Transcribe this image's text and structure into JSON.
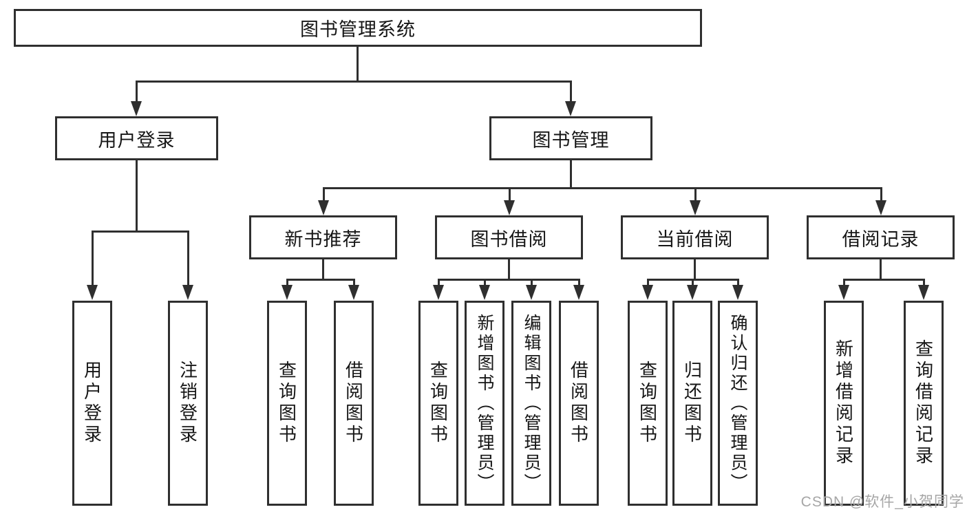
{
  "diagram": {
    "type": "hierarchy-tree",
    "tree": {
      "root": {
        "label": "图书管理系统"
      },
      "children": [
        {
          "label": "用户登录",
          "children": [
            {
              "label": "用户登录"
            },
            {
              "label": "注销登录"
            }
          ]
        },
        {
          "label": "图书管理",
          "children": [
            {
              "label": "新书推荐",
              "children": [
                {
                  "label": "查询图书"
                },
                {
                  "label": "借阅图书"
                }
              ]
            },
            {
              "label": "图书借阅",
              "children": [
                {
                  "label": "查询图书"
                },
                {
                  "label": "新增图书（管理员）"
                },
                {
                  "label": "编辑图书（管理员）"
                },
                {
                  "label": "借阅图书"
                }
              ]
            },
            {
              "label": "当前借阅",
              "children": [
                {
                  "label": "查询图书"
                },
                {
                  "label": "归还图书"
                },
                {
                  "label": "确认归还（管理员）"
                }
              ]
            },
            {
              "label": "借阅记录",
              "children": [
                {
                  "label": "新增借阅记录"
                },
                {
                  "label": "查询借阅记录"
                }
              ]
            }
          ]
        }
      ]
    },
    "colors": {
      "line": "#2f2f2f",
      "text": "#161616",
      "background": "#ffffff",
      "watermark": "#a6a6a6"
    }
  },
  "watermark": {
    "text": "CSDN @软件_小贺同学"
  }
}
